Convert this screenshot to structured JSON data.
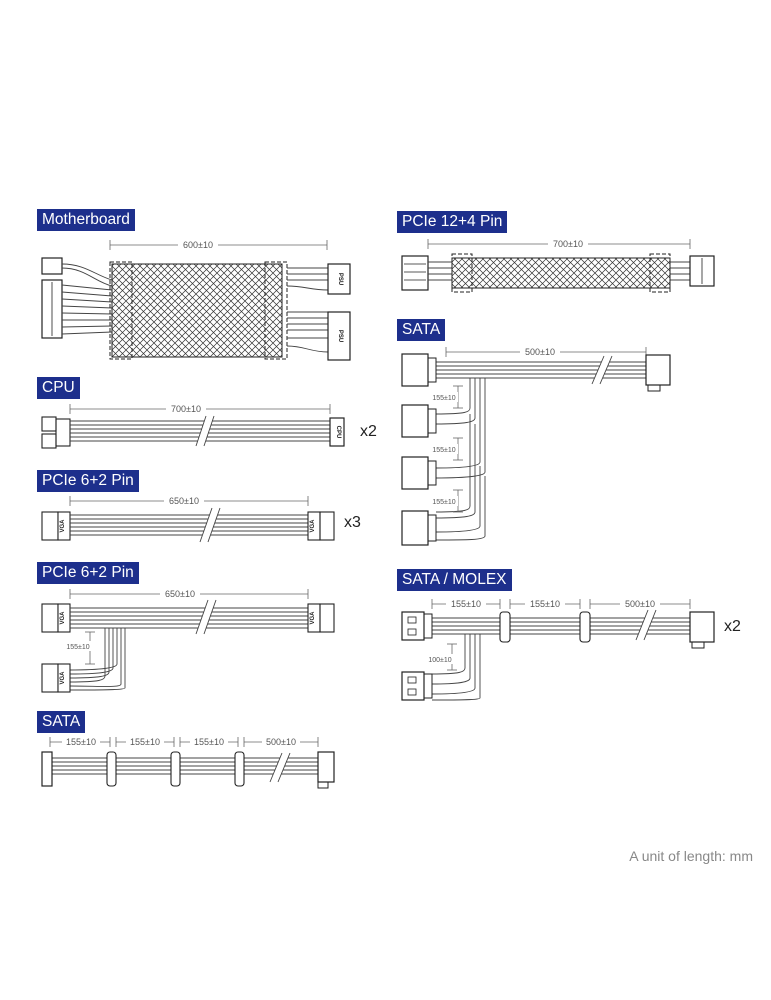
{
  "sections": {
    "motherboard": {
      "title": "Motherboard",
      "length": "600±10",
      "plug_label": "PSU"
    },
    "cpu": {
      "title": "CPU",
      "length": "700±10",
      "plug_label": "CPU",
      "quantity": "x2"
    },
    "pcie_62_single": {
      "title": "PCIe 6+2 Pin",
      "length": "650±10",
      "plug_label": "VGA",
      "quantity": "x3"
    },
    "pcie_62_dual": {
      "title": "PCIe 6+2 Pin",
      "length": "650±10",
      "branch_length": "155±10",
      "plug_label": "VGA"
    },
    "sata_bottom": {
      "title": "SATA",
      "lengths": [
        "155±10",
        "155±10",
        "155±10",
        "500±10"
      ]
    },
    "pcie_124": {
      "title": "PCIe 12+4 Pin",
      "length": "700±10"
    },
    "sata_right": {
      "title": "SATA",
      "length": "500±10",
      "branch_lengths": [
        "155±10",
        "155±10",
        "155±10"
      ]
    },
    "sata_molex": {
      "title": "SATA / MOLEX",
      "lengths": [
        "155±10",
        "155±10",
        "500±10"
      ],
      "branch_length": "100±10",
      "quantity": "x2"
    }
  },
  "footer": {
    "unit_note": "A unit of length: mm"
  },
  "colors": {
    "title_bg": "#1d2f8c",
    "line": "#222222",
    "cable_gray": "#444444"
  }
}
